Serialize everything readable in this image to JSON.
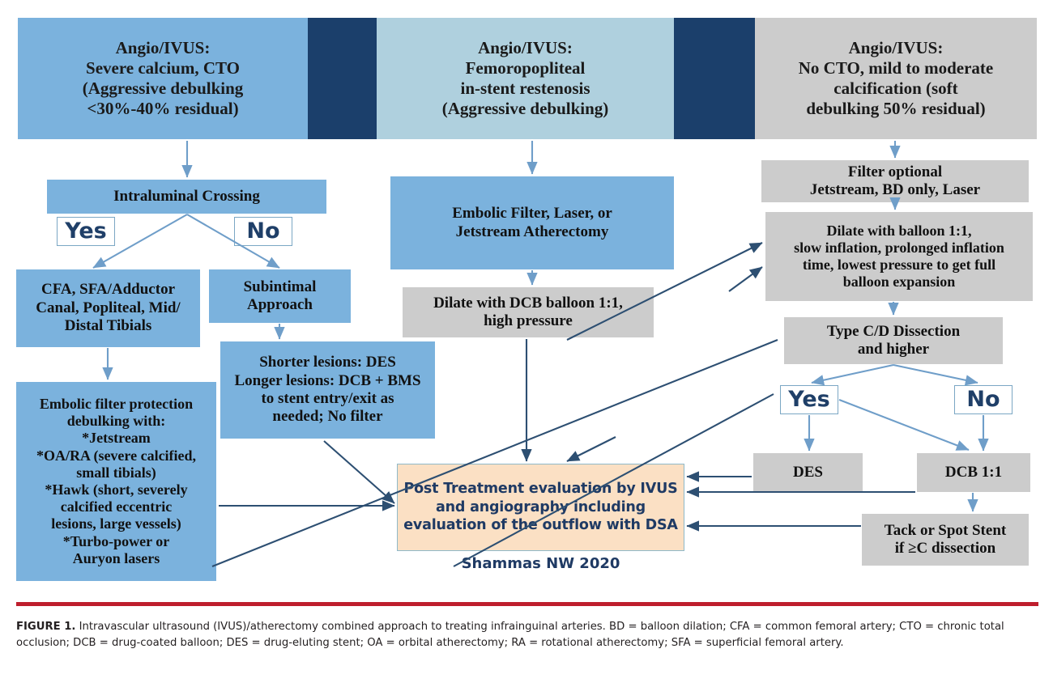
{
  "figure": {
    "label": "FIGURE 1.",
    "caption": "Intravascular ultrasound (IVUS)/atherectomy combined approach to treating infrainguinal arteries. BD = balloon dilation; CFA = common femoral artery; CTO = chronic total occlusion; DCB = drug-coated balloon; DES = drug-eluting stent; OA = orbital atherectomy; RA = rotational atherectomy; SFA = superficial femoral artery.",
    "citation": "Shammas NW 2020"
  },
  "colors": {
    "header_blue": "#7bb2dd",
    "header_light_blue": "#afd0de",
    "header_gray": "#cccccc",
    "divider_dark_blue": "#1b3f6b",
    "node_blue": "#7bb2dd",
    "node_gray": "#cccccc",
    "result_orange": "#fbe0c4",
    "arrow_blue": "#6f9ec9",
    "arrow_dark": "#2d4f72",
    "rule_red": "#be1e2d",
    "text_navy": "#1f3a64"
  },
  "headers": {
    "left": "Angio/IVUS:\nSevere calcium, CTO\n(Aggressive debulking\n<30%-40% residual)",
    "middle": "Angio/IVUS:\nFemoropopliteal\nin-stent restenosis\n(Aggressive debulking)",
    "right": "Angio/IVUS:\nNo CTO, mild to moderate\ncalcification (soft\ndebulking 50% residual)"
  },
  "left_column": {
    "intraluminal_crossing": "Intraluminal Crossing",
    "yes_label": "Yes",
    "no_label": "No",
    "yes_branch": "CFA, SFA/Adductor\nCanal, Popliteal, Mid/\nDistal Tibials",
    "no_branch": "Subintimal\nApproach",
    "embolic_filter": "Embolic filter protection\ndebulking with:\n*Jetstream\n*OA/RA (severe calcified,\nsmall tibials)\n*Hawk (short, severely\ncalcified eccentric\nlesions, large vessels)\n*Turbo-power or\nAuryon lasers",
    "subintimal_detail": "Shorter lesions: DES\nLonger lesions: DCB + BMS\nto stent entry/exit as\nneeded; No filter"
  },
  "middle_column": {
    "atherectomy": "Embolic Filter, Laser, or\nJetstream Atherectomy",
    "dilate": "Dilate with DCB balloon 1:1,\nhigh pressure"
  },
  "right_column": {
    "filter_optional": "Filter optional\nJetstream, BD only, Laser",
    "dilate_balloon": "Dilate with balloon 1:1,\nslow inflation, prolonged inflation\ntime, lowest pressure to get full\nballoon expansion",
    "dissection": "Type C/D Dissection\nand higher",
    "yes_label": "Yes",
    "no_label": "No",
    "des": "DES",
    "dcb": "DCB 1:1",
    "tack_or_spot_stent": "Tack or Spot Stent\nif ≥C dissection"
  },
  "result": {
    "text": "Post Treatment evaluation by IVUS\nand angiography including\nevaluation of the outflow with DSA"
  }
}
